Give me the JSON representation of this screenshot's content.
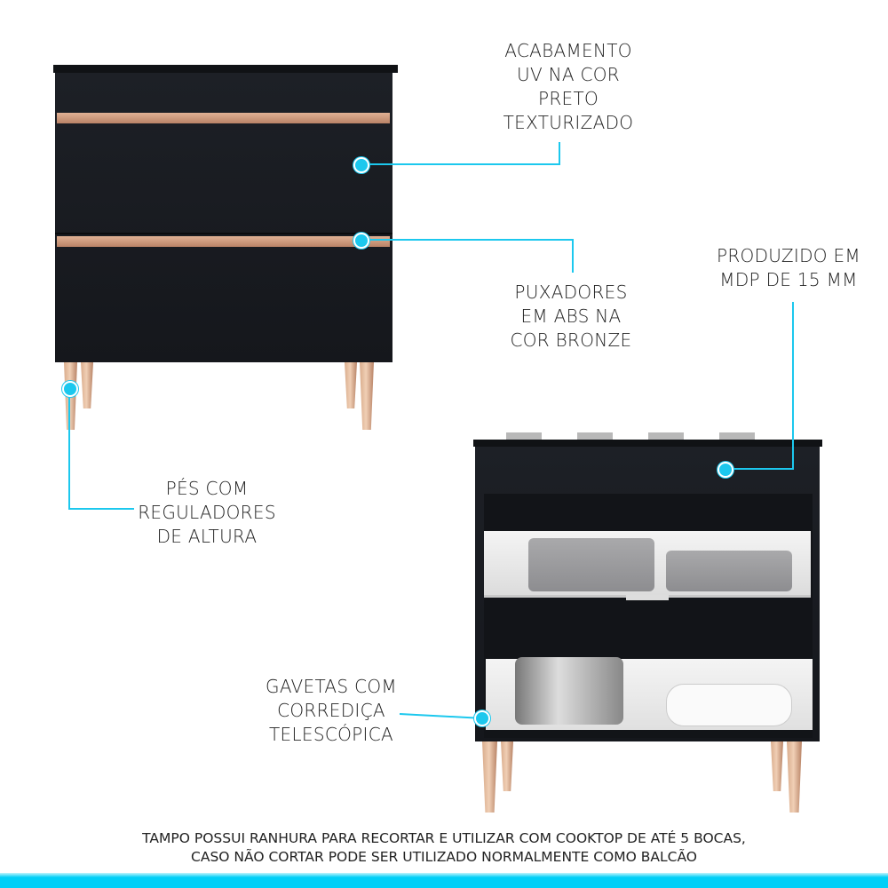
{
  "callouts": {
    "finish": [
      "ACABAMENTO",
      "UV NA COR",
      "PRETO",
      "TEXTURIZADO"
    ],
    "handles": [
      "PUXADORES",
      "EM ABS NA",
      "COR BRONZE"
    ],
    "material": [
      "PRODUZIDO EM",
      "MDP DE 15 MM"
    ],
    "feet": [
      "PÉS COM",
      "REGULADORES",
      "DE ALTURA"
    ],
    "drawers": [
      "GAVETAS COM",
      "CORREDIÇA",
      "TELESCÓPICA"
    ]
  },
  "footer": {
    "line1": "TAMPO POSSUI RANHURA PARA RECORTAR E UTILIZAR COM COOKTOP DE ATÉ 5 BOCAS,",
    "line2": "CASO NÃO CORTAR PODE SER UTILIZADO NORMALMENTE COMO BALCÃO"
  },
  "colors": {
    "accent": "#1cc8ee",
    "cabinet": "#1a1c21",
    "handle": "#c8977a"
  }
}
